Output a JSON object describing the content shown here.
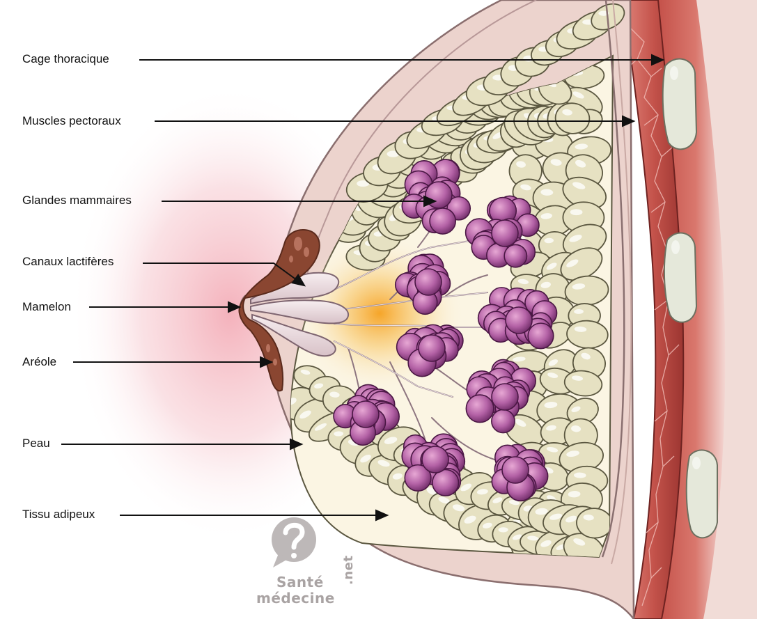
{
  "labels": [
    {
      "id": "cage-thoracique",
      "text": "Cage thoracique"
    },
    {
      "id": "muscles-pectoraux",
      "text": "Muscles pectoraux"
    },
    {
      "id": "glandes-mammaires",
      "text": "Glandes mammaires"
    },
    {
      "id": "canaux-lactiferes",
      "text": "Canaux lactifères"
    },
    {
      "id": "mamelon",
      "text": "Mamelon"
    },
    {
      "id": "areole",
      "text": "Aréole"
    },
    {
      "id": "peau",
      "text": "Peau"
    },
    {
      "id": "tissu-adipeux",
      "text": "Tissu adipeux"
    }
  ],
  "watermark": {
    "line1": "Santé",
    "line2": "médecine",
    "suffix": ".net",
    "icon": "question-mark-bubble-icon"
  },
  "colors": {
    "skin": "#ecd2cc",
    "skin_outline": "#8a7070",
    "fat": "#e7e2c3",
    "fat_outline": "#5b5740",
    "gland": "#a8559a",
    "gland_dark": "#6c2a64",
    "muscle": "#c0504a",
    "muscle_dark": "#8b2d2a",
    "rib": "#e3e6d8",
    "areola": "#8e4a36",
    "duct": "#e8d8dc",
    "glow": "#f6b43a",
    "background_glow": "#f3a9b4"
  }
}
